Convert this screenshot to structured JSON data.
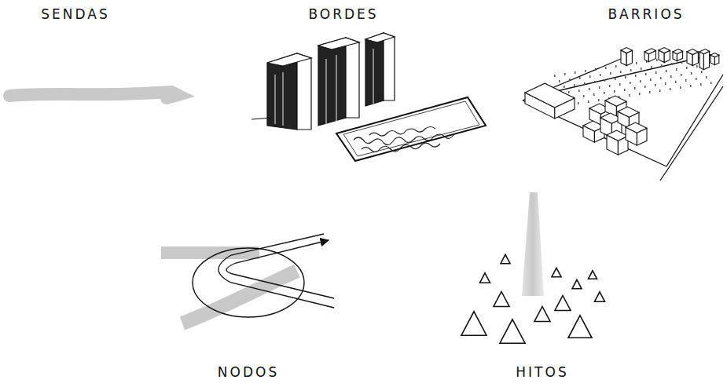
{
  "diagram": {
    "labels": [
      "SENDAS",
      "BORDES",
      "BARRIOS",
      "NODOS",
      "HITOS"
    ]
  }
}
